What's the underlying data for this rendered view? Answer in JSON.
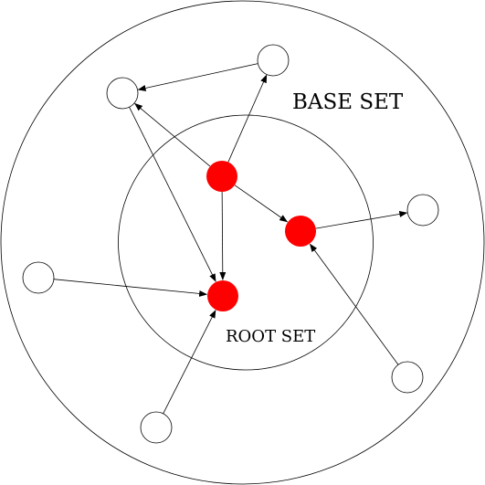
{
  "labels": {
    "base_set": "BASE SET",
    "root_set": "ROOT SET"
  },
  "colors": {
    "root_node": "#ff0000",
    "line": "#000000",
    "hollow_node_fill": "#ffffff"
  },
  "nodes": [
    {
      "id": "root-top",
      "set": "root",
      "style": "filled"
    },
    {
      "id": "root-right",
      "set": "root",
      "style": "filled"
    },
    {
      "id": "root-bottom",
      "set": "root",
      "style": "filled"
    },
    {
      "id": "base-top-left",
      "set": "base",
      "style": "hollow"
    },
    {
      "id": "base-top-right",
      "set": "base",
      "style": "hollow"
    },
    {
      "id": "base-right",
      "set": "base",
      "style": "hollow"
    },
    {
      "id": "base-left",
      "set": "base",
      "style": "hollow"
    },
    {
      "id": "base-bottom-left",
      "set": "base",
      "style": "hollow"
    },
    {
      "id": "base-bottom-right",
      "set": "base",
      "style": "hollow"
    }
  ],
  "edges": [
    {
      "from": "base-top-right",
      "to": "base-top-left"
    },
    {
      "from": "root-top",
      "to": "base-top-left"
    },
    {
      "from": "root-top",
      "to": "base-top-right"
    },
    {
      "from": "root-top",
      "to": "root-right"
    },
    {
      "from": "root-top",
      "to": "root-bottom"
    },
    {
      "from": "base-top-left",
      "to": "root-bottom"
    },
    {
      "from": "root-right",
      "to": "base-right"
    },
    {
      "from": "base-left",
      "to": "root-bottom"
    },
    {
      "from": "base-bottom-left",
      "to": "root-bottom"
    },
    {
      "from": "base-bottom-right",
      "to": "root-right"
    }
  ]
}
